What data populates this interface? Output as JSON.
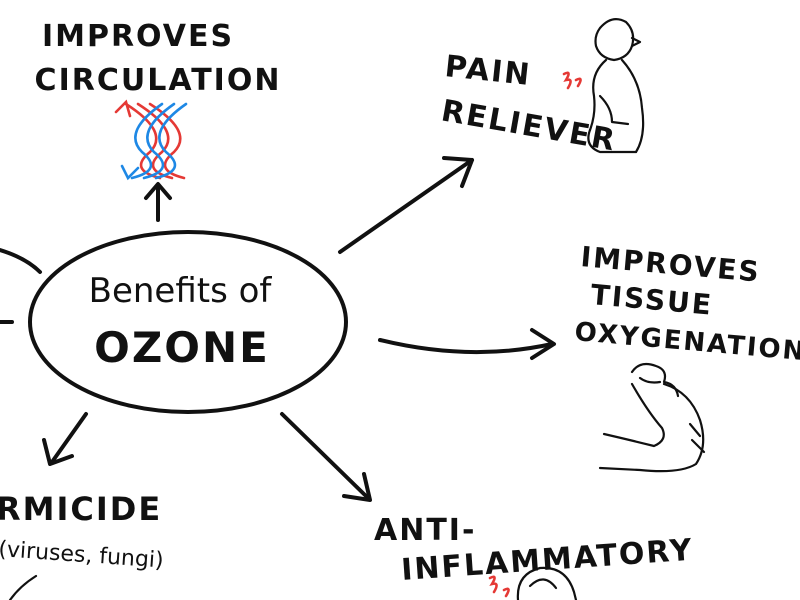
{
  "center": {
    "line1": "Benefits of",
    "line2": "OZONE"
  },
  "benefits": {
    "circulation": {
      "line1": "IMPROVES",
      "line2": "CIRCULATION",
      "icon": "blood-flow-icon"
    },
    "pain": {
      "line1": "PAIN",
      "line2": "RELIEVER",
      "icon": "back-pain-figure-icon"
    },
    "oxygenation": {
      "line1": "IMPROVES",
      "line2": "TISSUE",
      "line3": "OXYGENATION",
      "icon": "flexed-arm-icon"
    },
    "anti_inflammatory": {
      "line1": "ANTI-",
      "line2": "INFLAMMATORY",
      "icon": "head-pain-icon"
    },
    "germicide": {
      "line1": "RMICIDE",
      "line2": "(viruses, fungi)"
    }
  },
  "colors": {
    "ink": "#111111",
    "warm": "#e53935",
    "cool": "#1e88e5",
    "background": "#ffffff"
  }
}
